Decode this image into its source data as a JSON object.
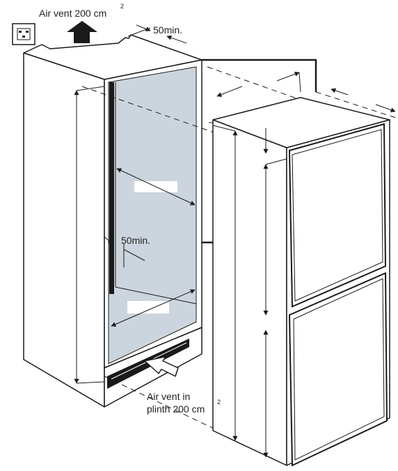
{
  "labels": {
    "air_vent_top": "Air vent 200 cm",
    "air_vent_top_sup": "2",
    "min_top": "50min.",
    "min_inner": "50min.",
    "air_vent_plinth_line1": "Air vent in",
    "air_vent_plinth_line2": "plinth 200 cm",
    "air_vent_plinth_sup": "2"
  },
  "colors": {
    "line": "#1a1a1a",
    "interior_fill": "#ccd5dd",
    "seal": "#1a1a1a",
    "background": "#ffffff"
  }
}
